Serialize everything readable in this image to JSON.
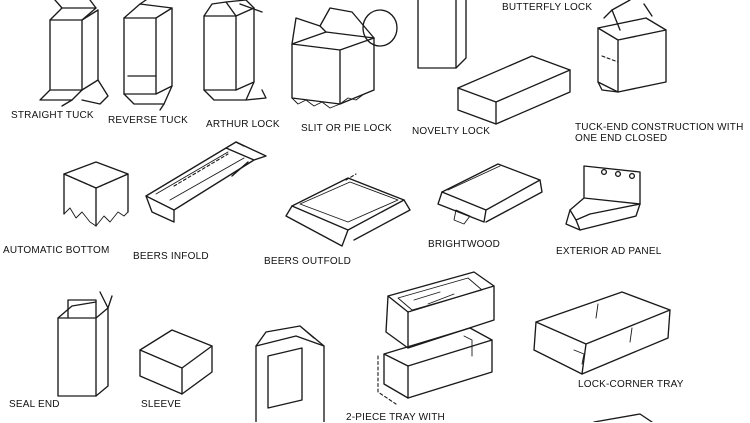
{
  "labels": {
    "straight_tuck": "STRAIGHT TUCK",
    "reverse_tuck": "REVERSE TUCK",
    "arthur_lock": "ARTHUR LOCK",
    "slit_or_pie_lock": "SLIT OR PIE LOCK",
    "novelty_lock": "NOVELTY LOCK",
    "butterfly_lock": "BUTTERFLY LOCK",
    "tuck_end_line1": "TUCK-END CONSTRUCTION WITH",
    "tuck_end_line2": "ONE END CLOSED",
    "automatic_bottom": "AUTOMATIC BOTTOM",
    "beers_infold": "BEERS INFOLD",
    "beers_outfold": "BEERS OUTFOLD",
    "brightwood": "BRIGHTWOOD",
    "exterior_ad_panel": "EXTERIOR  AD PANEL",
    "seal_end": "SEAL END",
    "sleeve": "SLEEVE",
    "two_piece_tray": "2-PIECE TRAY WITH",
    "lock_corner_tray": "LOCK-CORNER TRAY"
  }
}
